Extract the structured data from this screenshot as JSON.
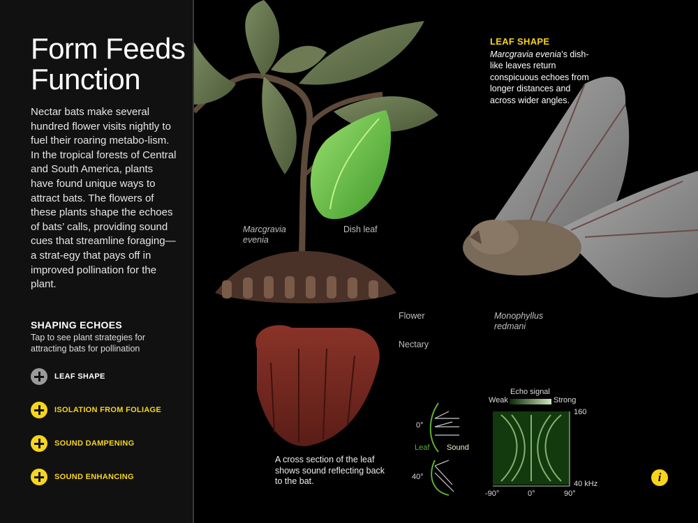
{
  "sidebar": {
    "title": "Form Feeds Function",
    "intro": "Nectar bats make several hundred flower visits nightly to fuel their roaring metabo-lism. In the tropical forests of Central and South America, plants have found unique ways to attract bats. The flowers of these plants shape the echoes of bats’ calls, providing sound cues that streamline foraging—a strat-egy that pays off in improved pollination for the plant.",
    "shaping_title": "SHAPING ECHOES",
    "shaping_subtitle": "Tap to see plant strategies for attracting bats for pollination",
    "strategies": [
      {
        "label": "LEAF SHAPE",
        "active": true,
        "icon": "plus-icon",
        "color": "#9a9a9a"
      },
      {
        "label": "ISOLATION FROM FOLIAGE",
        "active": false,
        "icon": "plus-icon",
        "color": "#f7d51d"
      },
      {
        "label": "SOUND DAMPENING",
        "active": false,
        "icon": "plus-icon",
        "color": "#f7d51d"
      },
      {
        "label": "SOUND ENHANCING",
        "active": false,
        "icon": "plus-icon",
        "color": "#f7d51d"
      }
    ]
  },
  "illustration": {
    "plant_species": "Marcgravia evenia",
    "dish_leaf": "Dish leaf",
    "flower": "Flower",
    "nectary": "Nectary",
    "bat_species": "Monophyllus redmani"
  },
  "panel": {
    "title": "LEAF SHAPE",
    "species": "Marcgravia evenia",
    "body": "’s dish-like leaves return conspicuous echoes from longer distances and across wider angles."
  },
  "cross_section": {
    "caption": "A cross section of the leaf shows sound reflecting back to the bat.",
    "angle_top": "0°",
    "angle_bottom": "40°",
    "leaf_label": "Leaf",
    "sound_label": "Sound"
  },
  "echo_chart": {
    "title": "Echo signal",
    "weak": "Weak",
    "strong": "Strong",
    "y_top": "160",
    "y_bottom": "40 kHz",
    "x_ticks": [
      "-90°",
      "0°",
      "90°"
    ]
  },
  "colors": {
    "accent": "#f7d51d",
    "leaf_green": "#5fae3a",
    "flower_red": "#7a2a22"
  },
  "info_button": {
    "icon": "info-icon",
    "label": "i"
  }
}
